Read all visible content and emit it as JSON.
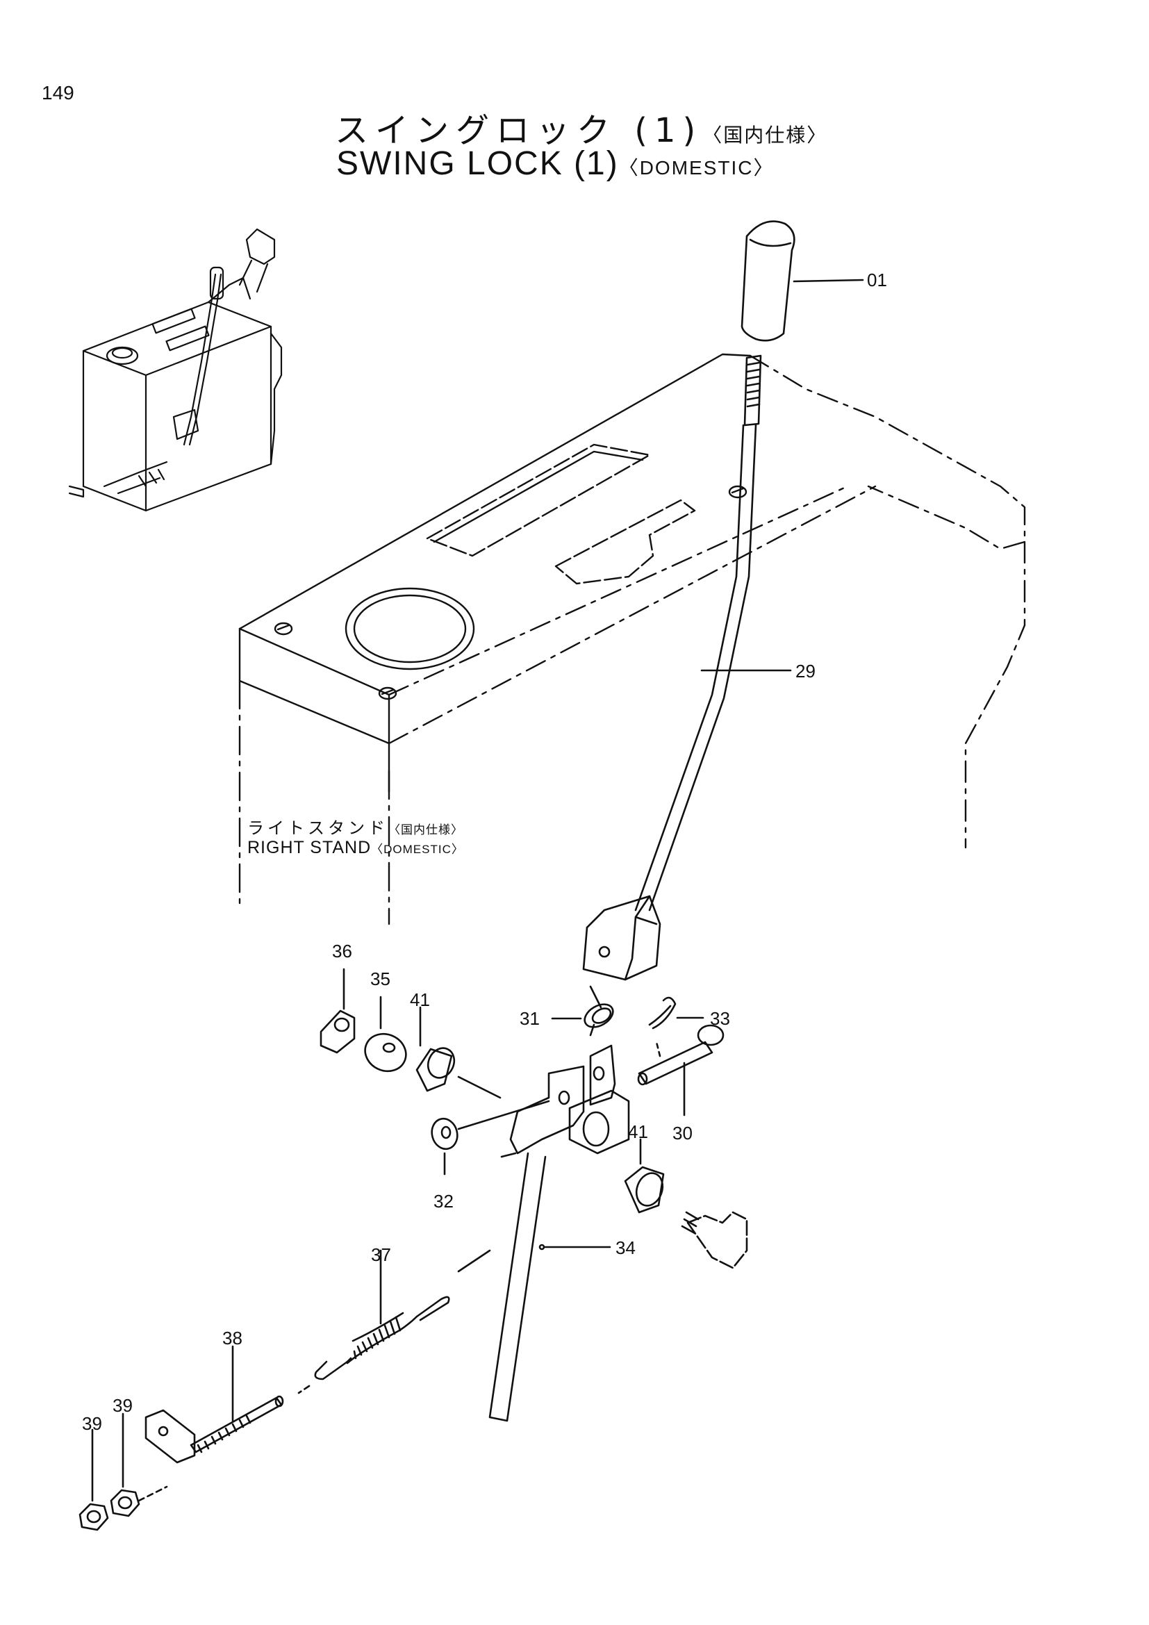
{
  "page": {
    "number": "149",
    "title_jp": "スイングロック (1)",
    "title_jp_suffix": "〈国内仕様〉",
    "title_en": "SWING LOCK (1)",
    "title_en_suffix": "〈DOMESTIC〉"
  },
  "stand_label": {
    "jp": "ライトスタンド",
    "jp_suffix": "〈国内仕様〉",
    "en": "RIGHT STAND",
    "en_suffix": "〈DOMESTIC〉"
  },
  "callouts": {
    "p01": "01",
    "p29": "29",
    "p30": "30",
    "p31": "31",
    "p32": "32",
    "p33": "33",
    "p34": "34",
    "p35": "35",
    "p36": "36",
    "p37": "37",
    "p38": "38",
    "p39a": "39",
    "p39b": "39",
    "p41a": "41",
    "p41b": "41"
  }
}
